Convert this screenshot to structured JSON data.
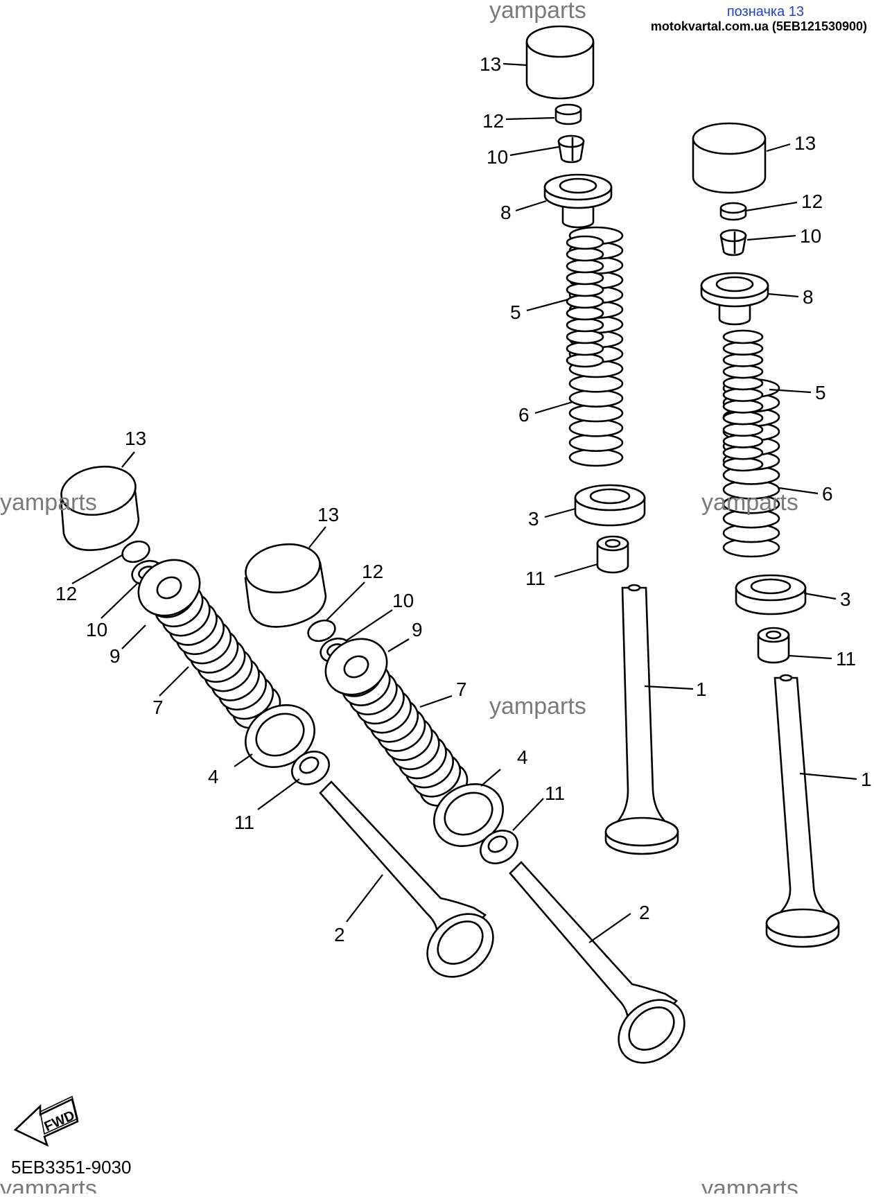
{
  "header": {
    "tag": "позначка 13",
    "site": "motokvartal.com.ua (5EB121530900)"
  },
  "watermarks": [
    "yamparts",
    "yamparts",
    "yamparts",
    "yamparts",
    "yamparts",
    "yamparts"
  ],
  "diagram_code": "5EB3351-9030",
  "fwd_label": "FWD",
  "callouts": {
    "r1_13": "13",
    "r1_12": "12",
    "r1_10": "10",
    "r1_8": "8",
    "r1_5": "5",
    "r1_6": "6",
    "r1_3": "3",
    "r1_11": "11",
    "r1_1": "1",
    "r2_13": "13",
    "r2_12": "12",
    "r2_10": "10",
    "r2_8": "8",
    "r2_5": "5",
    "r2_6": "6",
    "r2_3": "3",
    "r2_11": "11",
    "r2_1": "1",
    "l1_13": "13",
    "l1_12": "12",
    "l1_10": "10",
    "l1_9": "9",
    "l1_7": "7",
    "l1_4": "4",
    "l1_11": "11",
    "l1_2": "2",
    "l2_13": "13",
    "l2_12": "12",
    "l2_10": "10",
    "l2_9": "9",
    "l2_7": "7",
    "l2_4": "4",
    "l2_11": "11",
    "l2_2": "2"
  }
}
